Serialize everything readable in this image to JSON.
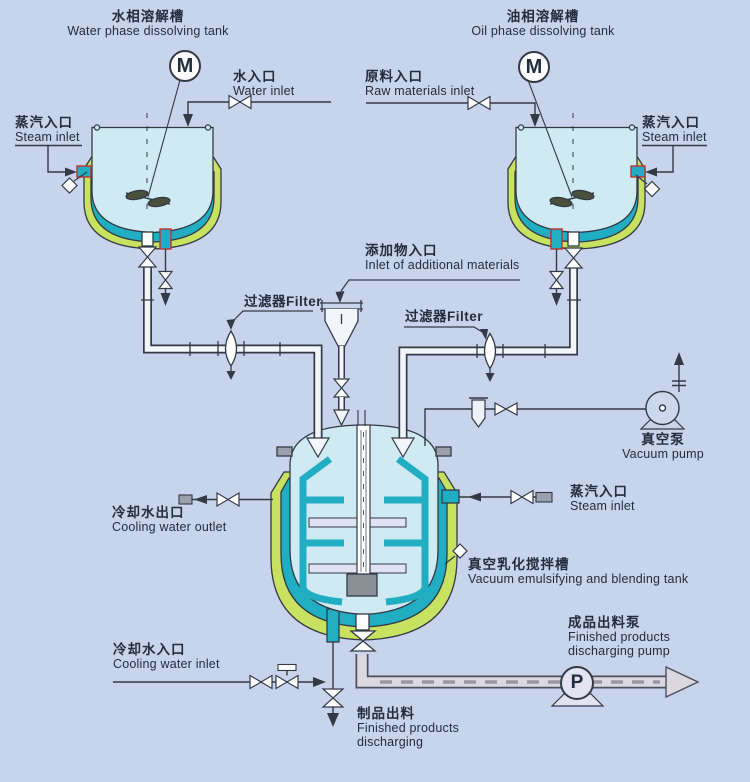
{
  "diagram_title": "Vacuum emulsifying and blending system flow diagram",
  "symbols": {
    "motor": "M",
    "pump": "P"
  },
  "colors": {
    "background": "#c7d4eb",
    "jacket_green": "#c8e160",
    "jacket_teal": "#21aec3",
    "tank_fill": "#cfeaf3",
    "paddle_lavender": "#e0e3f2",
    "line": "#333a46",
    "red_accent": "#c23030",
    "discharge_pipe_fill": "#dcd8e0"
  },
  "labels": {
    "water_tank_zh": "水相溶解槽",
    "water_tank_en": "Water phase dissolving tank",
    "oil_tank_zh": "油相溶解槽",
    "oil_tank_en": "Oil phase dissolving tank",
    "water_inlet_zh": "水入口",
    "water_inlet_en": "Water inlet",
    "raw_inlet_zh": "原料入口",
    "raw_inlet_en": "Raw materials inlet",
    "steam_left_zh": "蒸汽入口",
    "steam_left_en": "Steam inlet",
    "steam_right_zh": "蒸汽入口",
    "steam_right_en": "Steam inlet",
    "additional_zh": "添加物入口",
    "additional_en": "Inlet of additional materials",
    "filter_left": "过滤器Filter",
    "filter_right": "过滤器Filter",
    "vacuum_zh": "真空泵",
    "vacuum_en": "Vacuum pump",
    "cooling_out_zh": "冷却水出口",
    "cooling_out_en": "Cooling water outlet",
    "steam_main_zh": "蒸汽入口",
    "steam_main_en": "Steam inlet",
    "main_tank_zh": "真空乳化搅拌槽",
    "main_tank_en": "Vacuum emulsifying and blending tank",
    "discharge_pump_zh": "成品出料泵",
    "discharge_pump_en1": "Finished products",
    "discharge_pump_en2": "discharging pump",
    "cooling_in_zh": "冷却水入口",
    "cooling_in_en": "Cooling water inlet",
    "discharge_zh": "制品出料",
    "discharge_en1": "Finished products",
    "discharge_en2": "discharging"
  }
}
